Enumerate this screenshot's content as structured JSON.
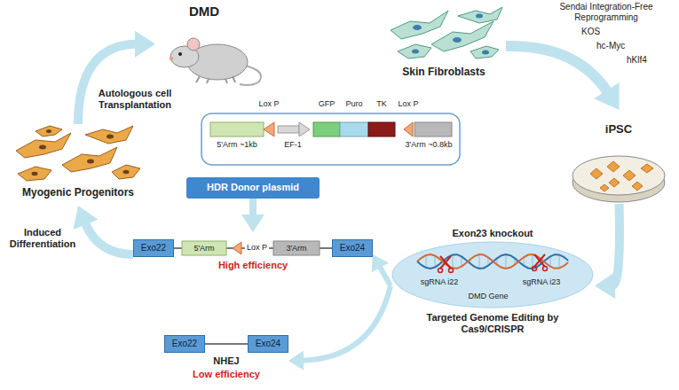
{
  "diagram": {
    "nodes": [
      {
        "text": [
          "DMD"
        ]
      },
      {
        "text": [
          "Skin Fibroblasts"
        ]
      },
      {
        "text": [
          "iPSC"
        ]
      },
      {
        "text": [
          "Exon23 knockout",
          "sgRNA i22",
          "DMD Gene",
          "sgRNA i23",
          "Targeted Genome Editing by Cas9/CRISPR"
        ]
      },
      {
        "text": [
          "Lox P",
          "GFP",
          "Puro",
          "TK",
          "Lox P",
          "5'Arm ~1kb",
          "EF-1",
          "3'Arm ~0.8kb"
        ]
      },
      {
        "text": [
          "HDR Donor plasmid"
        ]
      },
      {
        "text": [
          "5'Arm",
          "Lox P",
          "3'Arm",
          "High efficiency"
        ]
      },
      {
        "text": [
          "Exo22"
        ],
        "in": 6
      },
      {
        "text": [
          "Exo24"
        ],
        "in": 6
      },
      {
        "text": [
          "NHEJ",
          "Low efficiency"
        ]
      },
      {
        "text": [
          "Exo22"
        ],
        "in": 9
      },
      {
        "text": [
          "Exo24"
        ],
        "in": 9
      },
      {
        "text": [
          "Myogenic Progenitors"
        ]
      }
    ],
    "edges": [
      {
        "from": 1,
        "to": 2,
        "arrow": "to"
      },
      {
        "from": 2,
        "to": 3,
        "arrow": "to"
      },
      {
        "from": 3,
        "to": 6,
        "arrow": "to"
      },
      {
        "from": 3,
        "to": 9,
        "arrow": "to"
      },
      {
        "from": 5,
        "to": 6,
        "arrow": "to"
      },
      {
        "from": 6,
        "to": 12,
        "arrow": "to"
      },
      {
        "from": 12,
        "to": 0,
        "arrow": "to"
      }
    ],
    "labels": [
      "Sendai Integration-Free Reprogramming",
      "KOS",
      "hc-Myc",
      "hKlf4",
      "Autologous cell Transplantation",
      "Induced Differentiation"
    ]
  }
}
